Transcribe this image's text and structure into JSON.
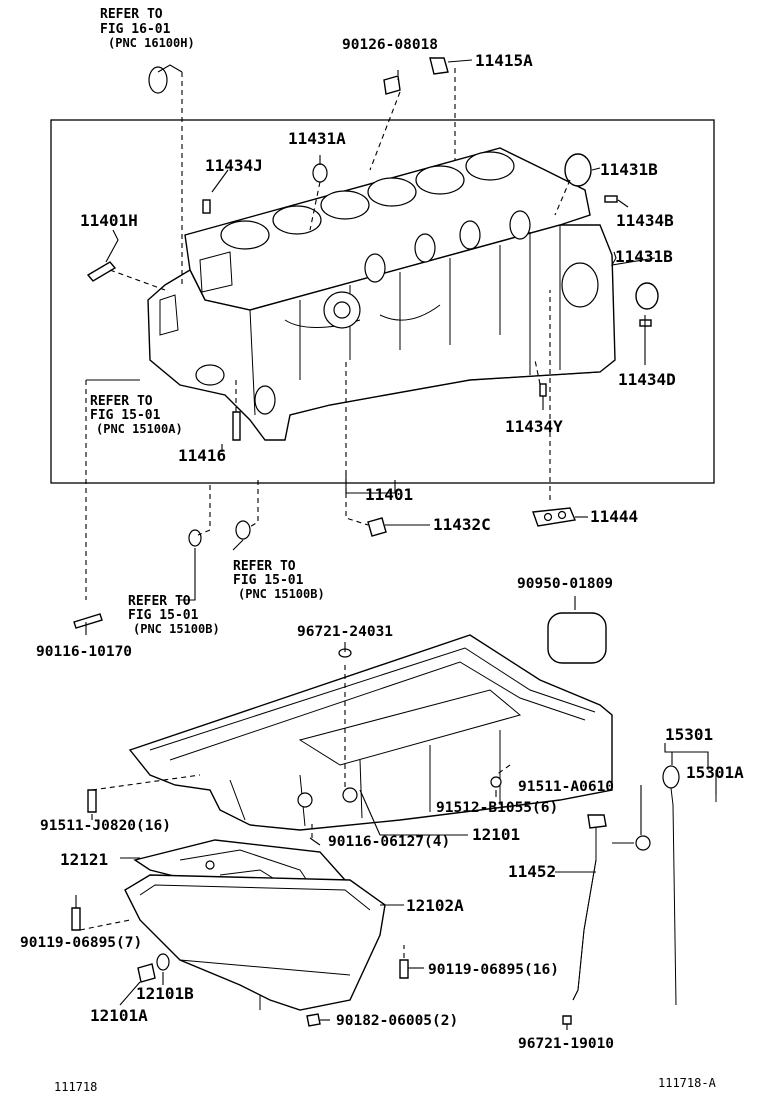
{
  "refs": {
    "fig16": [
      "REFER TO",
      "FIG 16-01",
      "(PNC 16100H)"
    ],
    "fig15a": [
      "REFER TO",
      "FIG 15-01",
      "(PNC 15100A)"
    ],
    "fig15b_right": [
      "REFER TO",
      "FIG 15-01",
      "(PNC 15100B)"
    ],
    "fig15b_left": [
      "REFER TO",
      "FIG 15-01",
      "(PNC 15100B)"
    ]
  },
  "parts": {
    "p90126": "90126-08018",
    "p11415A": "11415A",
    "p11431A": "11431A",
    "p11434J": "11434J",
    "p11431B_top": "11431B",
    "p11434B": "11434B",
    "p11401H": "11401H",
    "p11431B_mid": "11431B",
    "p11434D": "11434D",
    "p11434Y": "11434Y",
    "p11416": "11416",
    "p11401": "11401",
    "p11432C": "11432C",
    "p11444": "11444",
    "p90950": "90950-01809",
    "p96721_24031": "96721-24031",
    "p90116_10170": "90116-10170",
    "p15301": "15301",
    "p15301A": "15301A",
    "p91511A": "91511-A0610",
    "p91512": "91512-B1055(6)",
    "p91511J": "91511-J0820(16)",
    "p90116_06127": "90116-06127(4)",
    "p12101": "12101",
    "p12121": "12121",
    "p11452": "11452",
    "p12102A": "12102A",
    "p90119_7": "90119-06895(7)",
    "p90119_16": "90119-06895(16)",
    "p12101B": "12101B",
    "p12101A": "12101A",
    "p90182": "90182-06005(2)",
    "p96721_19010": "96721-19010"
  },
  "footer": {
    "left": "111718",
    "right": "111718-A"
  }
}
